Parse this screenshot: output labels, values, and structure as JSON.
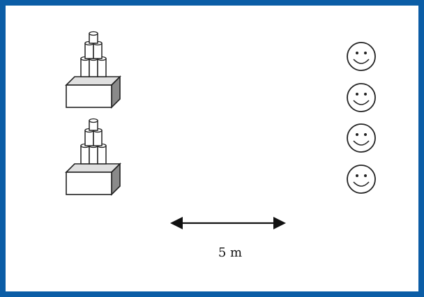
{
  "diagram": {
    "distance_label": "5 m",
    "colors": {
      "border": "#0b5da6",
      "stroke": "#222222",
      "cube_side": "#8a8a8a",
      "cube_top": "#d9d9d9",
      "face_fill": "#ffffff"
    },
    "left_objects": {
      "count": 2,
      "icon": "cube-with-can-stack-icon"
    },
    "right_objects": {
      "count": 4,
      "icon": "smiley-face-icon"
    },
    "arrow": {
      "type": "double-headed",
      "icon": "double-arrow-icon"
    }
  }
}
